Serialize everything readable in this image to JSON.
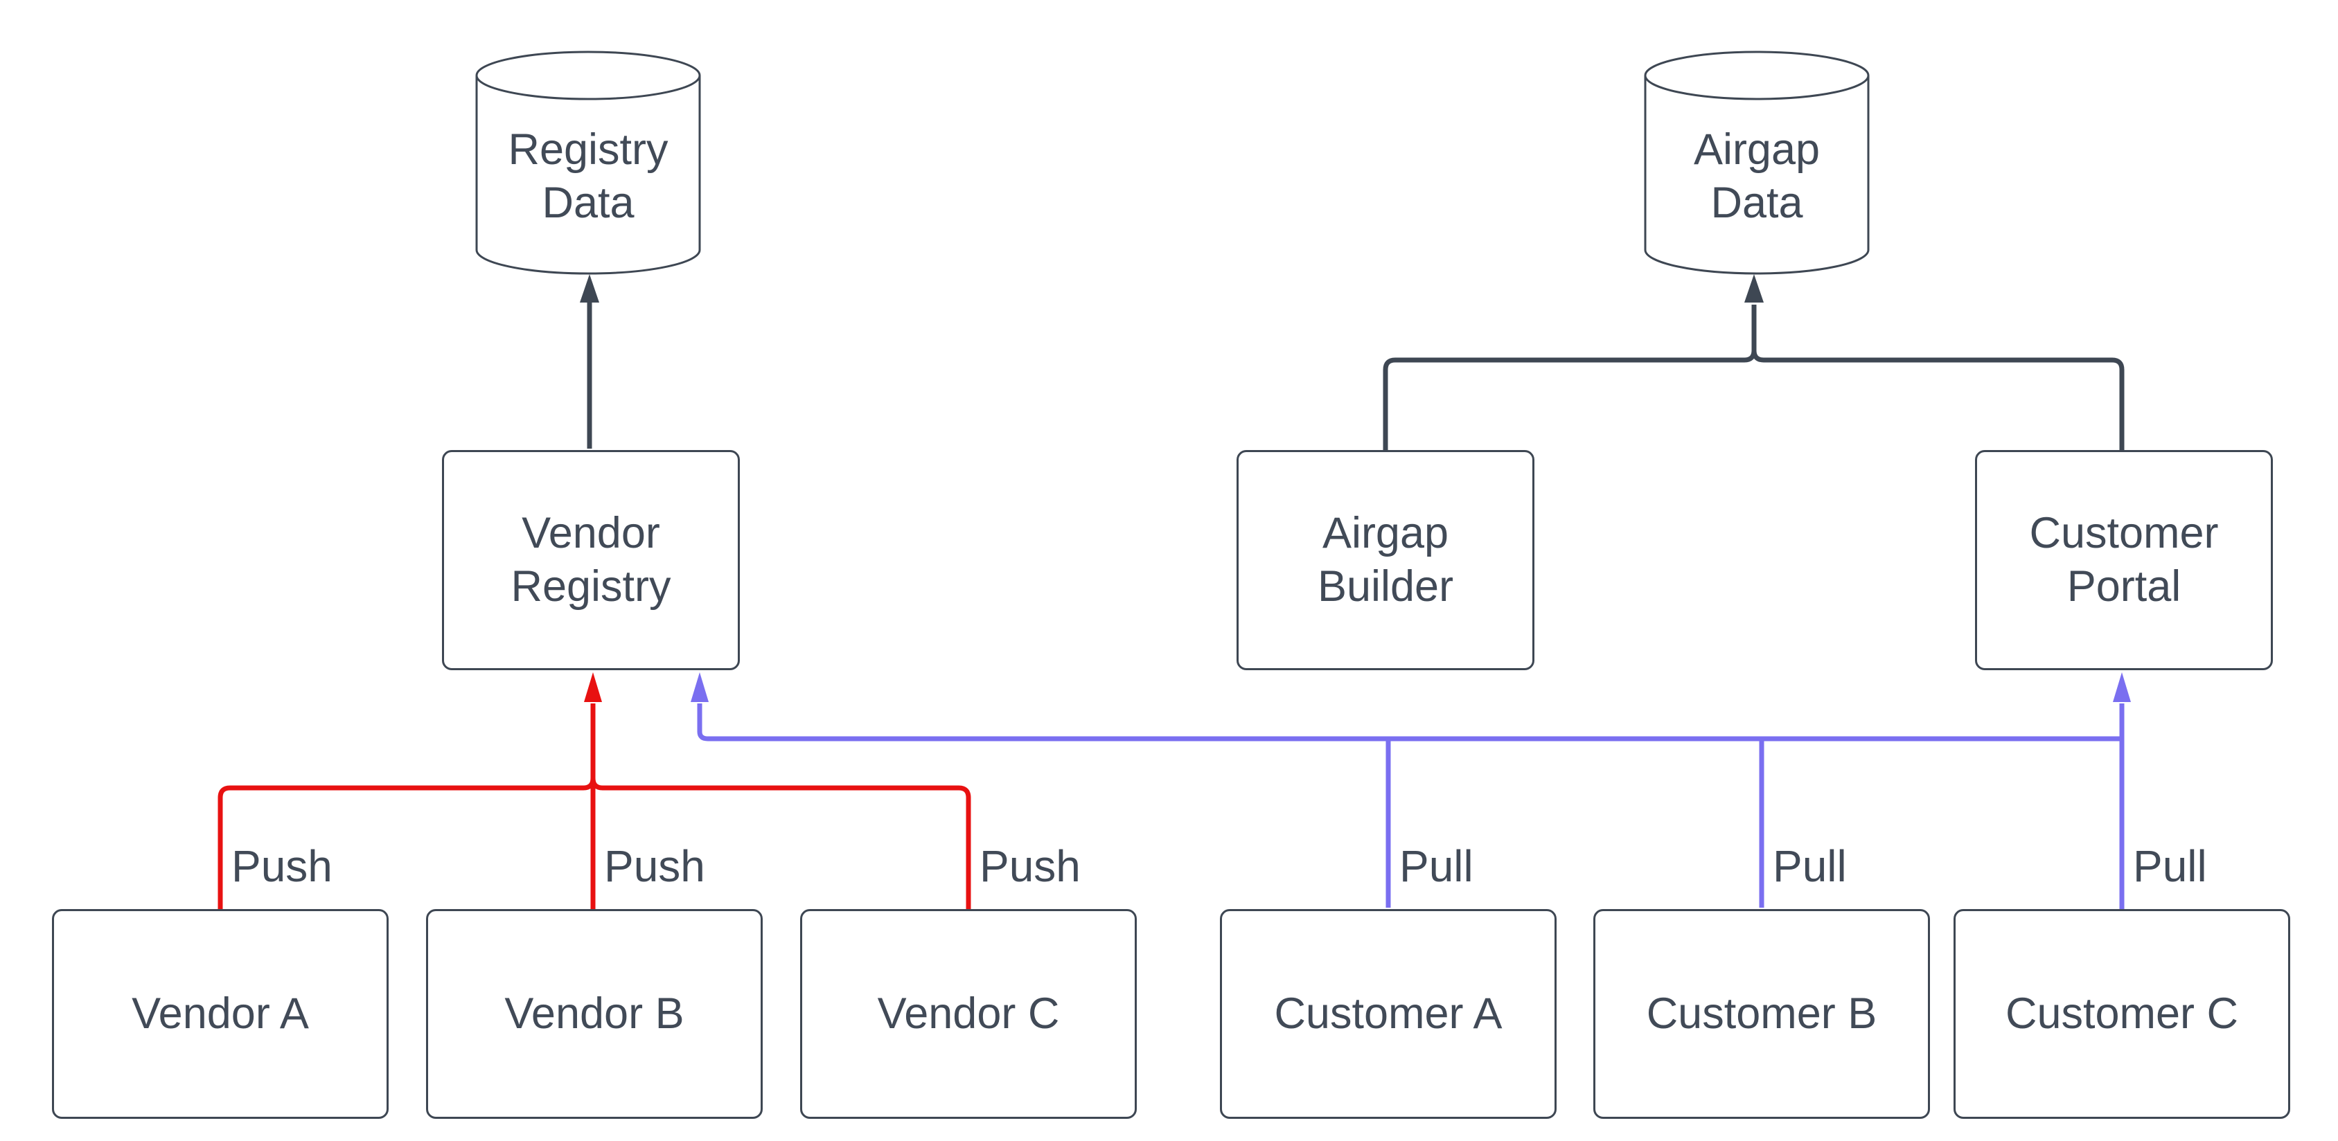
{
  "colors": {
    "dark": "#3e4753",
    "red": "#e81111",
    "blue": "#7a6ff0",
    "text": "#414a57",
    "bg": "#ffffff"
  },
  "datastores": {
    "registry_data": {
      "line1": "Registry",
      "line2": "Data"
    },
    "airgap_data": {
      "line1": "Airgap",
      "line2": "Data"
    }
  },
  "services": {
    "vendor_registry": {
      "line1": "Vendor",
      "line2": "Registry"
    },
    "airgap_builder": {
      "line1": "Airgap",
      "line2": "Builder"
    },
    "customer_portal": {
      "line1": "Customer",
      "line2": "Portal"
    }
  },
  "actors": {
    "vendor_a": "Vendor A",
    "vendor_b": "Vendor B",
    "vendor_c": "Vendor C",
    "customer_a": "Customer A",
    "customer_b": "Customer B",
    "customer_c": "Customer C"
  },
  "edge_labels": {
    "push": "Push",
    "pull": "Pull"
  }
}
